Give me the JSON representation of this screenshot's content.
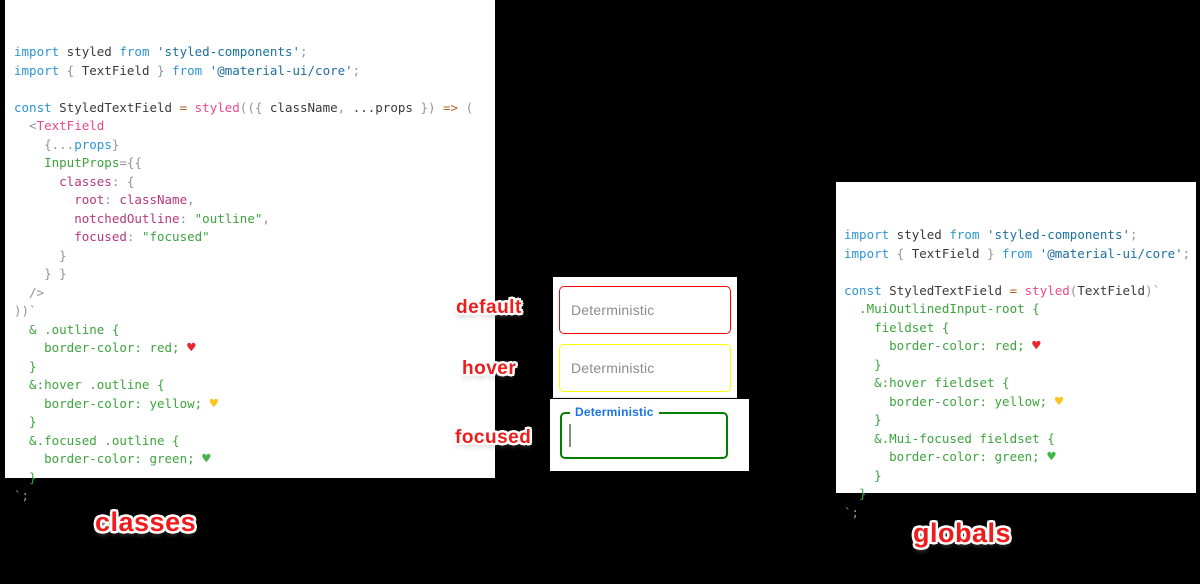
{
  "colors": {
    "background": "#000000",
    "keyword_blue": "#2e95d3",
    "module_string_blue": "#1c6f9e",
    "object_key_magenta": "#b5387f",
    "styled_pink": "#ea4a87",
    "operator_orange": "#b06328",
    "css_green": "#3da43d",
    "punctuation_gray": "#949494",
    "label_red": "#ee1c1c",
    "focused_label_blue": "#1a73e8",
    "placeholder_gray": "#8c8c8c"
  },
  "panels": {
    "left": {
      "caption": "classes",
      "lines": [
        [
          [
            "k",
            "import"
          ],
          [
            "p",
            " styled "
          ],
          [
            "k",
            "from"
          ],
          [
            "s",
            " 'styled-components'"
          ],
          [
            "g",
            ";"
          ]
        ],
        [
          [
            "k",
            "import"
          ],
          [
            "g",
            " { "
          ],
          [
            "p",
            "TextField"
          ],
          [
            "g",
            " } "
          ],
          [
            "k",
            "from"
          ],
          [
            "s",
            " '@material-ui/core'"
          ],
          [
            "g",
            ";"
          ]
        ],
        [],
        [
          [
            "k",
            "const"
          ],
          [
            "p",
            " StyledTextField "
          ],
          [
            "o",
            "="
          ],
          [
            "g",
            " "
          ],
          [
            "pk",
            "styled"
          ],
          [
            "g",
            "(({ "
          ],
          [
            "p",
            "className"
          ],
          [
            "g",
            ", "
          ],
          [
            "p",
            "...props"
          ],
          [
            "g",
            " }) "
          ],
          [
            "o",
            "=>"
          ],
          [
            "g",
            " ("
          ]
        ],
        [
          [
            "g",
            "  <"
          ],
          [
            "pk",
            "TextField"
          ]
        ],
        [
          [
            "g",
            "    {..."
          ],
          [
            "k",
            "props"
          ],
          [
            "g",
            "}"
          ]
        ],
        [
          [
            "c",
            "    InputProps"
          ],
          [
            "g",
            "={{"
          ]
        ],
        [
          [
            "m",
            "      classes"
          ],
          [
            "g",
            ": {"
          ]
        ],
        [
          [
            "m",
            "        root"
          ],
          [
            "g",
            ": "
          ],
          [
            "m",
            "className"
          ],
          [
            "g",
            ","
          ]
        ],
        [
          [
            "m",
            "        notchedOutline"
          ],
          [
            "g",
            ": "
          ],
          [
            "c",
            "\"outline\""
          ],
          [
            "g",
            ","
          ]
        ],
        [
          [
            "m",
            "        focused"
          ],
          [
            "g",
            ": "
          ],
          [
            "c",
            "\"focused\""
          ]
        ],
        [
          [
            "g",
            "      }"
          ]
        ],
        [
          [
            "g",
            "    } }"
          ]
        ],
        [
          [
            "g",
            "  />"
          ]
        ],
        [
          [
            "g",
            "))`"
          ]
        ],
        [
          [
            "c",
            "  & .outline {"
          ]
        ],
        [
          [
            "c",
            "    border-color: red; "
          ],
          [
            "hr",
            "♥"
          ]
        ],
        [
          [
            "c",
            "  }"
          ]
        ],
        [
          [
            "c",
            "  &:hover .outline {"
          ]
        ],
        [
          [
            "c",
            "    border-color: yellow; "
          ],
          [
            "hy",
            "♥"
          ]
        ],
        [
          [
            "c",
            "  }"
          ]
        ],
        [
          [
            "c",
            "  &.focused .outline {"
          ]
        ],
        [
          [
            "c",
            "    border-color: green; "
          ],
          [
            "hg",
            "♥"
          ]
        ],
        [
          [
            "c",
            "  }"
          ]
        ],
        [
          [
            "g",
            "`;"
          ]
        ]
      ]
    },
    "right": {
      "caption": "globals",
      "lines": [
        [
          [
            "k",
            "import"
          ],
          [
            "p",
            " styled "
          ],
          [
            "k",
            "from"
          ],
          [
            "s",
            " 'styled-components'"
          ],
          [
            "g",
            ";"
          ]
        ],
        [
          [
            "k",
            "import"
          ],
          [
            "g",
            " { "
          ],
          [
            "p",
            "TextField"
          ],
          [
            "g",
            " } "
          ],
          [
            "k",
            "from"
          ],
          [
            "s",
            " '@material-ui/core'"
          ],
          [
            "g",
            ";"
          ]
        ],
        [],
        [
          [
            "k",
            "const"
          ],
          [
            "p",
            " StyledTextField "
          ],
          [
            "o",
            "="
          ],
          [
            "g",
            " "
          ],
          [
            "pk",
            "styled"
          ],
          [
            "g",
            "("
          ],
          [
            "p",
            "TextField"
          ],
          [
            "g",
            ")`"
          ]
        ],
        [
          [
            "c",
            "  .MuiOutlinedInput-root {"
          ]
        ],
        [
          [
            "c",
            "    fieldset {"
          ]
        ],
        [
          [
            "c",
            "      border-color: red; "
          ],
          [
            "hr",
            "♥"
          ]
        ],
        [
          [
            "c",
            "    }"
          ]
        ],
        [
          [
            "c",
            "    &:hover fieldset {"
          ]
        ],
        [
          [
            "c",
            "      border-color: yellow; "
          ],
          [
            "hy",
            "♥"
          ]
        ],
        [
          [
            "c",
            "    }"
          ]
        ],
        [
          [
            "c",
            "    &.Mui-focused fieldset {"
          ]
        ],
        [
          [
            "c",
            "      border-color: green; "
          ],
          [
            "hg",
            "♥"
          ]
        ],
        [
          [
            "c",
            "    }"
          ]
        ],
        [
          [
            "c",
            "  }"
          ]
        ],
        [
          [
            "g",
            "`;"
          ]
        ]
      ]
    }
  },
  "demo": {
    "states": [
      {
        "label": "default",
        "text": "Deterministic",
        "border": "#ff0000"
      },
      {
        "label": "hover",
        "text": "Deterministic",
        "border": "#ffff00"
      },
      {
        "label": "focused",
        "text": "Deterministic",
        "border": "#008000",
        "label_color": "#1a73e8"
      }
    ]
  }
}
